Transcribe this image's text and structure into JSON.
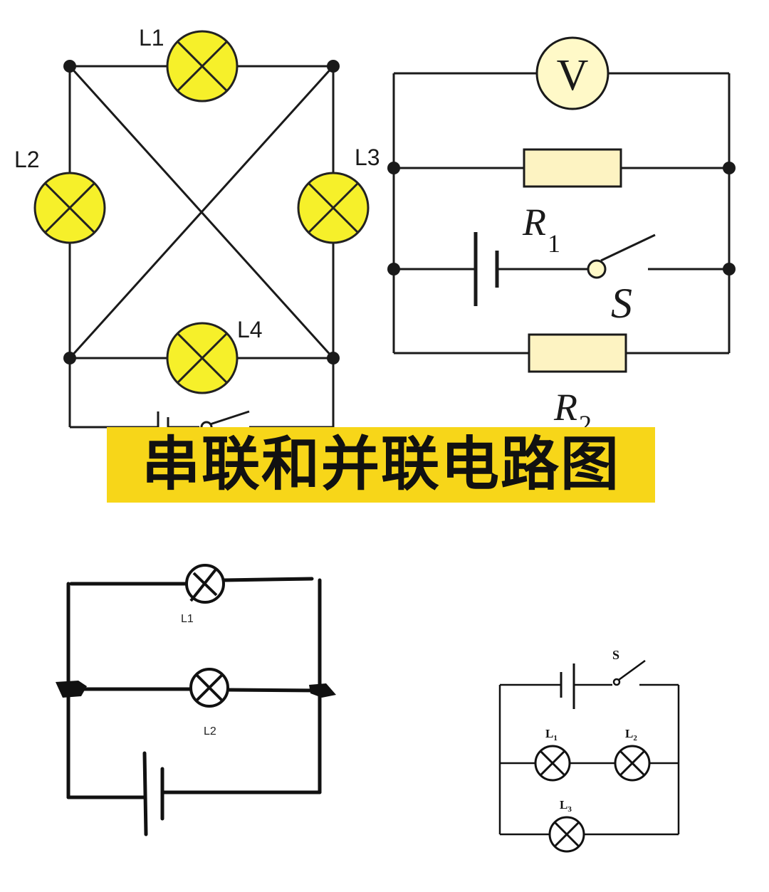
{
  "title": "串联和并联电路图",
  "colors": {
    "banner": "#f7d619",
    "lamp_fill": "#f6f02a",
    "lamp_stroke": "#222222",
    "resistor_fill": "#fdf3c2",
    "voltmeter_fill": "#fff9c8",
    "wire": "#1a1a1a"
  },
  "circuit1": {
    "lamps": [
      "L1",
      "L2",
      "L3",
      "L4"
    ]
  },
  "circuit2": {
    "meter": "V",
    "r1": "R",
    "r1_sub": "1",
    "r2": "R",
    "r2_sub": "2",
    "switch": "S"
  },
  "circuit3": {
    "lamps": [
      "L1",
      "L2"
    ]
  },
  "circuit4": {
    "switch": "S",
    "lamps": [
      {
        "base": "L",
        "sub": "1"
      },
      {
        "base": "L",
        "sub": "2"
      },
      {
        "base": "L",
        "sub": "3"
      }
    ]
  }
}
